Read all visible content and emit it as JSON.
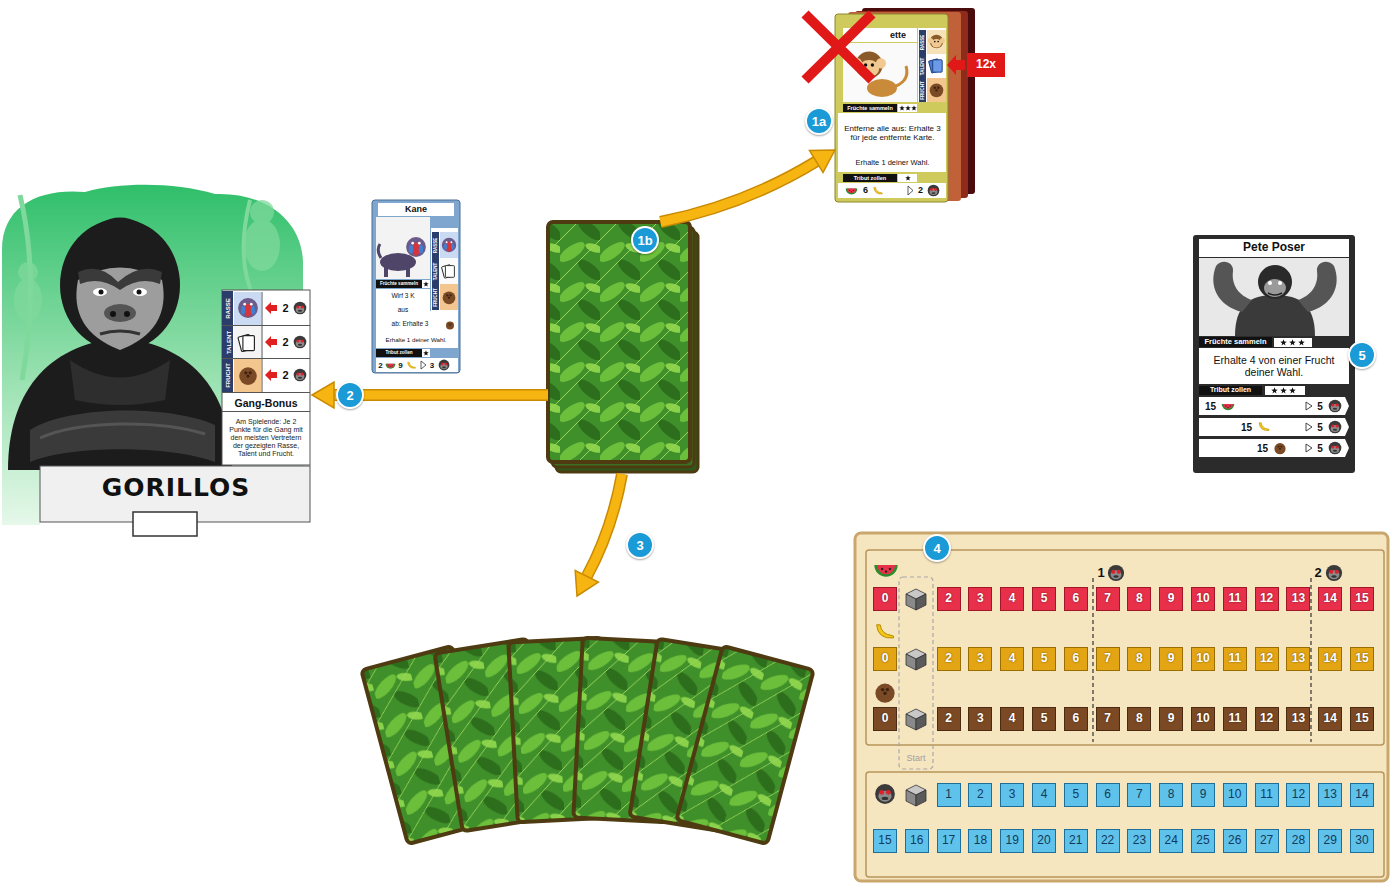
{
  "diagram": {
    "nodes": [
      {
        "text": [
          "RASSE",
          "TALENT",
          "FRUCHT",
          "2",
          "2",
          "2",
          "Gang-Bonus",
          "Am Spielende: Je 2 Punkte für die Gang mit den meisten Vertretern der gezeigten Rasse, Talent und Frucht.",
          "GORILLOS"
        ]
      },
      {
        "text": [
          "Kane",
          "RASSE",
          "TALENT",
          "FRUCHT",
          "Früchte sammeln",
          "Wirf 3 K",
          "aus",
          "ab: Erhalte 3",
          "Erhalte 1 deiner Wahl.",
          "Tribut zollen",
          "2",
          "9",
          "3"
        ]
      },
      {
        "text": [
          "ette",
          "RASSE",
          "TALENT",
          "FRUCHT",
          "Früchte sammeln",
          "Entferne alle aus: Erhalte 3 für jede entfernte Karte.",
          "Erhalte 1 deiner Wahl.",
          "Tribut zollen",
          "6",
          "2"
        ]
      },
      {
        "text": [
          "1b"
        ]
      },
      {
        "text": [
          "Pete Poser",
          "Früchte sammeln",
          "Erhalte 4 von einer Frucht deiner Wahl.",
          "Tribut zollen",
          "15",
          "5",
          "15",
          "5",
          "15",
          "5"
        ]
      },
      {
        "text": [
          "0",
          "2",
          "3",
          "4",
          "5",
          "6",
          "7",
          "8",
          "9",
          "10",
          "11",
          "12",
          "13",
          "14",
          "15",
          "0",
          "2",
          "3",
          "4",
          "5",
          "6",
          "7",
          "8",
          "9",
          "10",
          "11",
          "12",
          "13",
          "14",
          "15",
          "0",
          "2",
          "3",
          "4",
          "5",
          "6",
          "7",
          "8",
          "9",
          "10",
          "11",
          "12",
          "13",
          "14",
          "15",
          "1",
          "2",
          "Start",
          "1",
          "2",
          "3",
          "4",
          "5",
          "6",
          "7",
          "8",
          "9",
          "10",
          "11",
          "12",
          "13",
          "14",
          "15",
          "16",
          "17",
          "18",
          "19",
          "20",
          "21",
          "22",
          "23",
          "24",
          "25",
          "26",
          "27",
          "28",
          "29",
          "30"
        ]
      }
    ],
    "edges": [
      {
        "from": 3,
        "to": 0,
        "arrow": "to",
        "label": "2"
      },
      {
        "from": 3,
        "to": 2,
        "arrow": "to"
      }
    ],
    "labels": [
      "1a",
      "12x",
      "3",
      "4",
      "5"
    ]
  }
}
